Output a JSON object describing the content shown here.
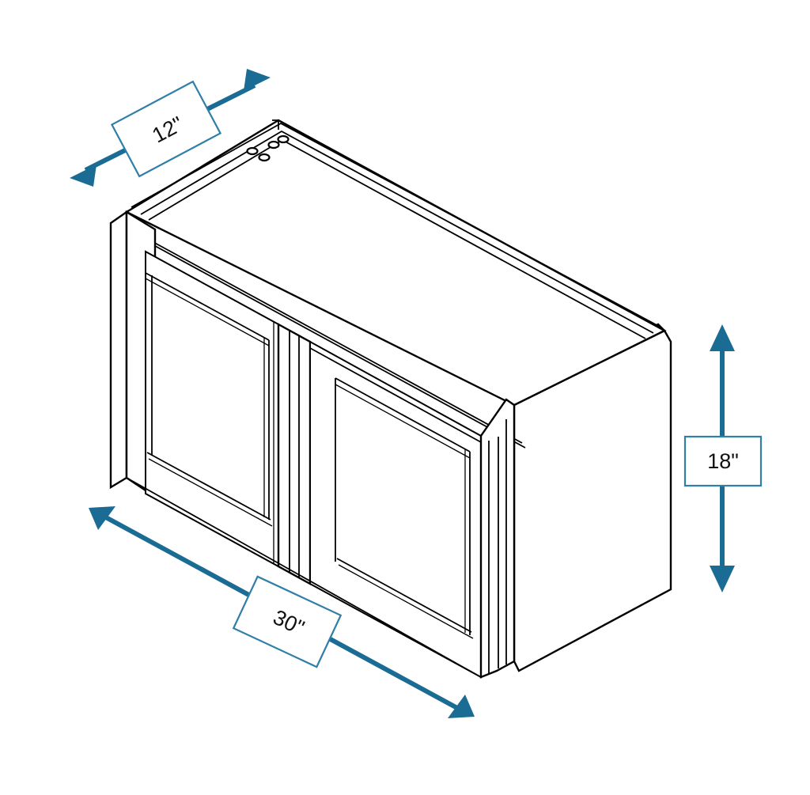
{
  "drawing": {
    "title": "Wall Cabinet Isometric Dimension Drawing",
    "subject": "two-door kitchen wall cabinet",
    "background_color": "#ffffff",
    "line_color": "#000000",
    "accent_color": "#1b6c94",
    "dim_box_border_color": "#2f7fa8",
    "dim_text_color": "#111111"
  },
  "dimensions": {
    "depth": {
      "label": "12\"",
      "name": "depth",
      "value": 12,
      "unit": "inch",
      "position": "top-left",
      "orientation": "diagonal-up-right",
      "box_rotation_deg": -28
    },
    "height": {
      "label": "18\"",
      "name": "height",
      "value": 18,
      "unit": "inch",
      "position": "right",
      "orientation": "vertical",
      "box_rotation_deg": 0
    },
    "width": {
      "label": "30\"",
      "name": "width",
      "value": 30,
      "unit": "inch",
      "position": "bottom-left",
      "orientation": "diagonal-down-right",
      "box_rotation_deg": 25
    }
  },
  "cabinet": {
    "doors": [
      {
        "name": "left-door"
      },
      {
        "name": "right-door"
      }
    ],
    "mounting_holes": 4
  }
}
